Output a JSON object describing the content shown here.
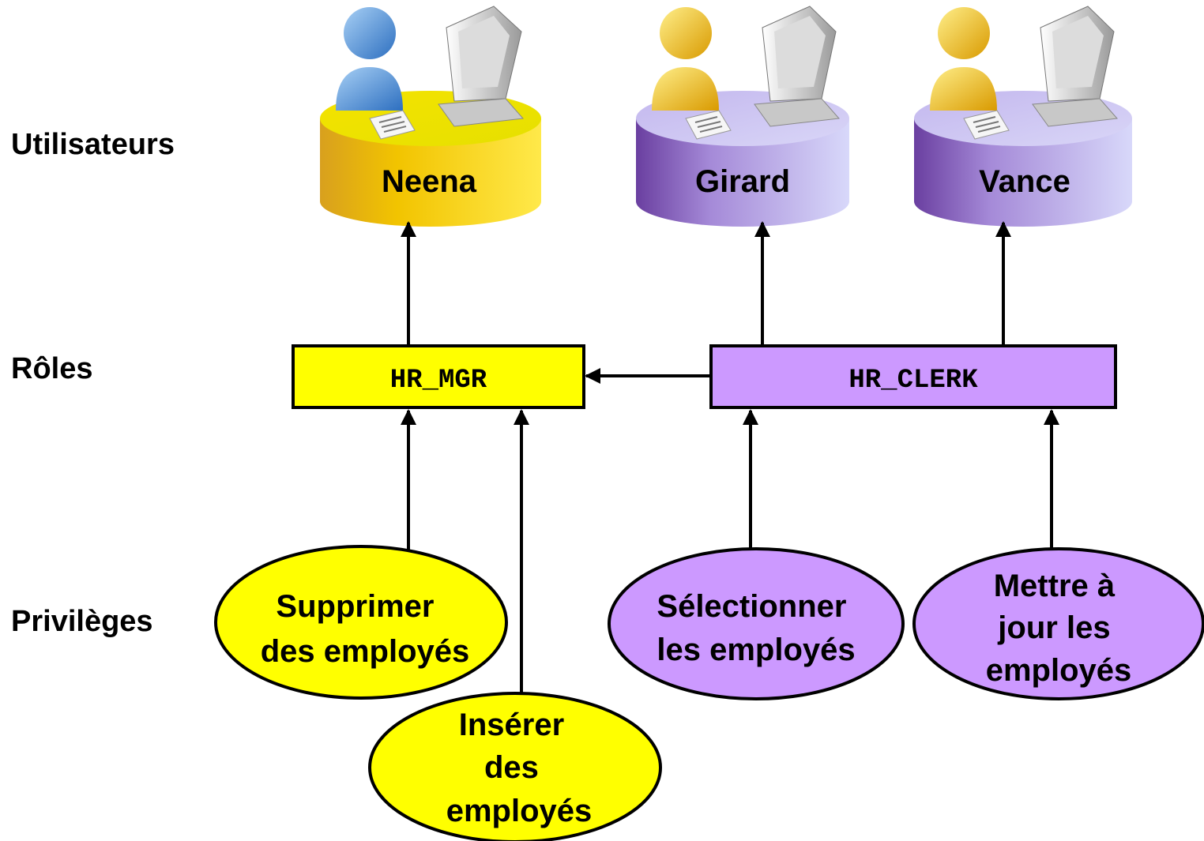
{
  "row_labels": {
    "users": "Utilisateurs",
    "roles": "Rôles",
    "privileges": "Privilèges"
  },
  "users": [
    {
      "name": "Neena",
      "color_theme": "yellow",
      "person_color": "blue"
    },
    {
      "name": "Girard",
      "color_theme": "lavender",
      "person_color": "gold"
    },
    {
      "name": "Vance",
      "color_theme": "lavender",
      "person_color": "gold"
    }
  ],
  "roles": [
    {
      "name": "HR_MGR",
      "fill": "#ffff00"
    },
    {
      "name": "HR_CLERK",
      "fill": "#cc99ff"
    }
  ],
  "privileges": [
    {
      "lines": [
        "Supprimer",
        "des employés"
      ],
      "fill": "#ffff00"
    },
    {
      "lines": [
        "Insérer",
        "des",
        "employés"
      ],
      "fill": "#ffff00"
    },
    {
      "lines": [
        "Sélectionner",
        "les employés"
      ],
      "fill": "#cc99ff"
    },
    {
      "lines": [
        "Mettre à",
        "jour les",
        "employés"
      ],
      "fill": "#cc99ff"
    }
  ]
}
